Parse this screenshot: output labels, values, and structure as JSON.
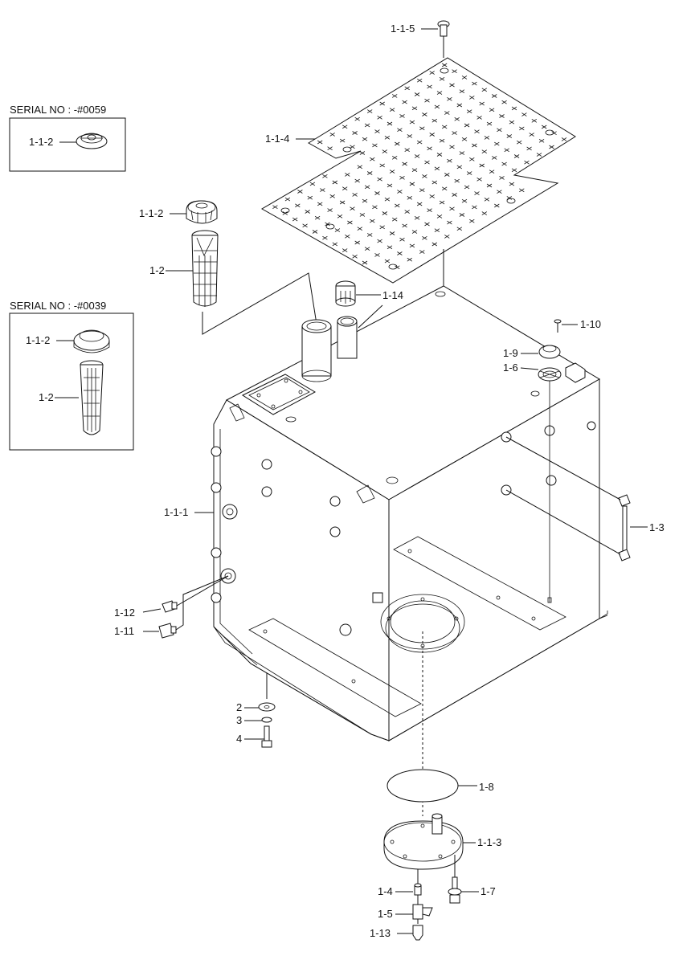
{
  "insets": [
    {
      "title": "SERIAL NO : -#0059",
      "labels": [
        "1-1-2"
      ]
    },
    {
      "title": "SERIAL NO : -#0039",
      "labels": [
        "1-1-2",
        "1-2"
      ]
    }
  ],
  "callouts": {
    "p115": "1-1-5",
    "p114a": "1-1-4",
    "p112": "1-1-2",
    "p12": "1-2",
    "p114": "1-14",
    "p110": "1-10",
    "p19": "1-9",
    "p16": "1-6",
    "p111": "1-1-1",
    "p13": "1-3",
    "p1_12": "1-12",
    "p1_11": "1-11",
    "p2": "2",
    "p3": "3",
    "p4": "4",
    "p18": "1-8",
    "p113": "1-1-3",
    "p14": "1-4",
    "p17": "1-7",
    "p15": "1-5",
    "p1_13": "1-13"
  }
}
